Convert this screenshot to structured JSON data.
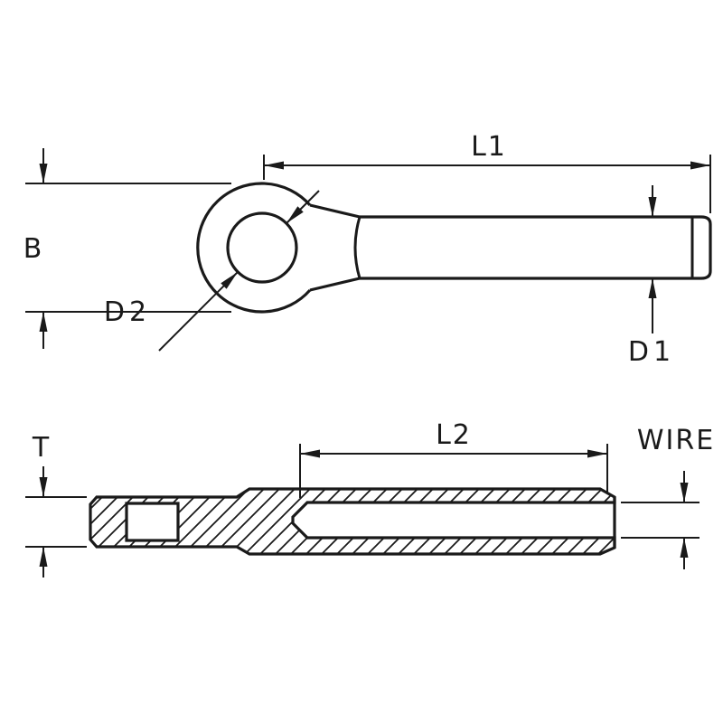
{
  "drawing": {
    "background": "#ffffff",
    "line_color": "#1a1a1a",
    "top_view": {
      "labels": {
        "l1": "L1",
        "b": "B",
        "d2": "D2",
        "d1": "D1"
      }
    },
    "bottom_view": {
      "labels": {
        "l2": "L2",
        "t": "T",
        "wire": "WIRE"
      }
    }
  }
}
